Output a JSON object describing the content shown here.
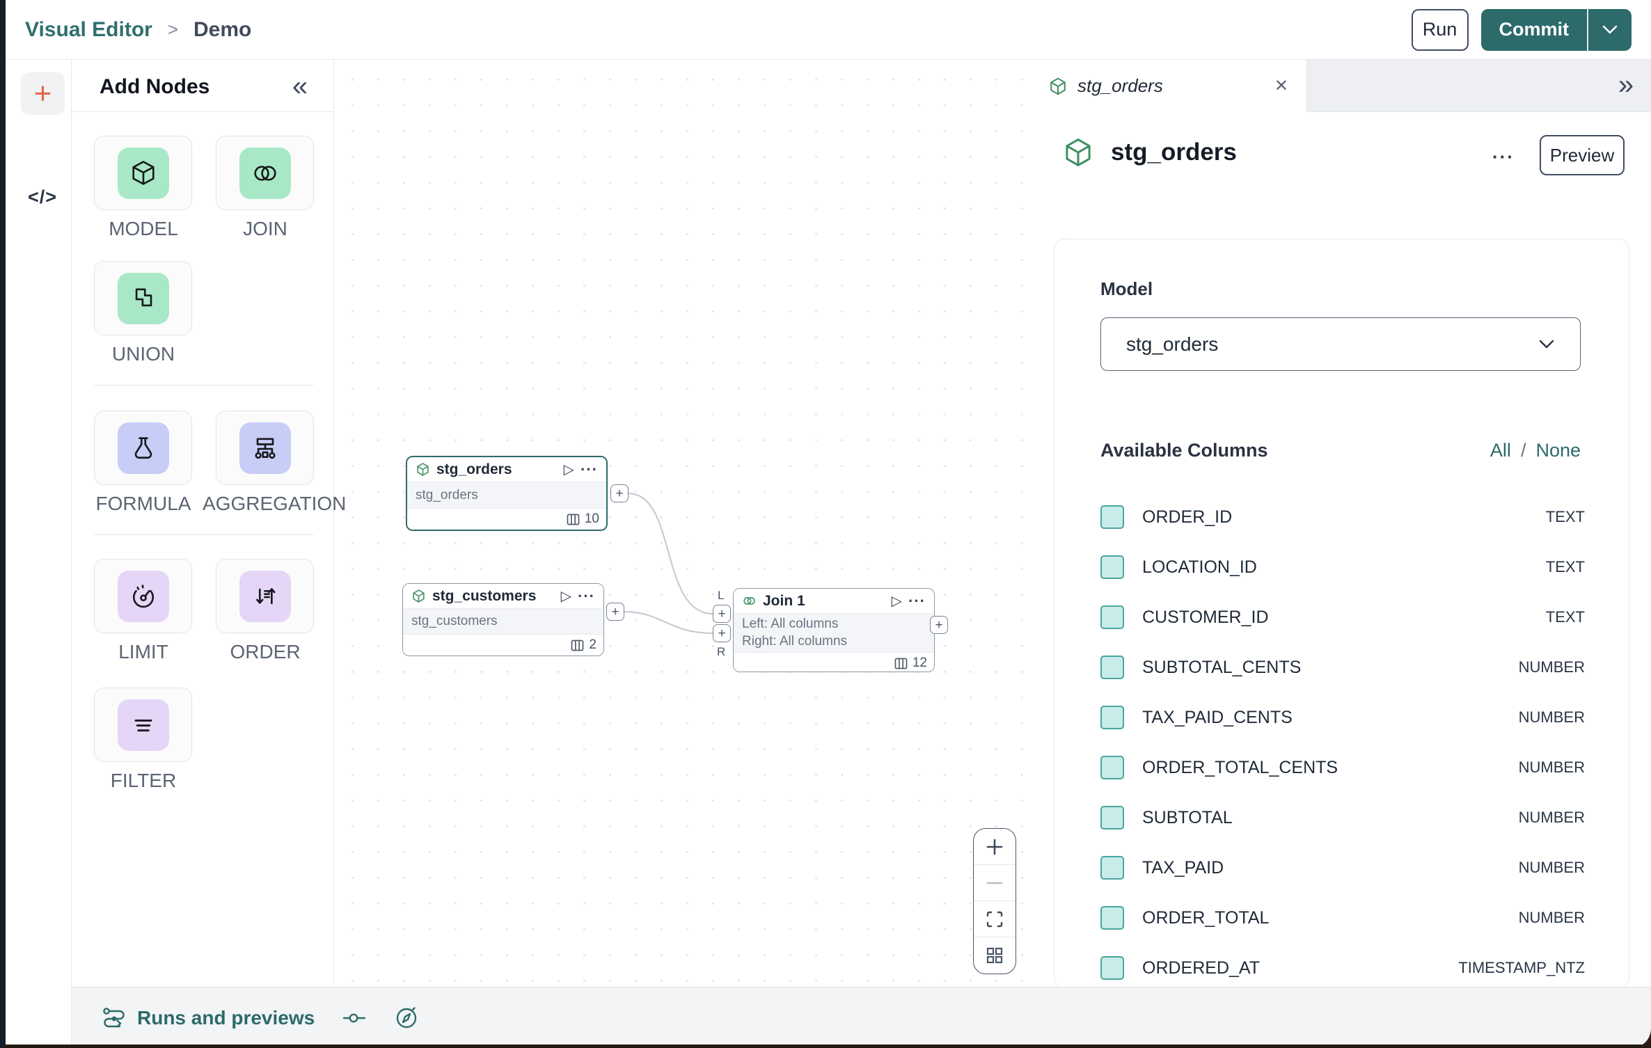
{
  "colors": {
    "accent_teal": "#2d6a6a",
    "breadcrumb_teal": "#2f6e6e",
    "dark_text": "#1f2937",
    "muted_text": "#6b7280",
    "node_tile_green": "#a9e8c6",
    "node_tile_indigo": "#c8cdf7",
    "node_tile_purple": "#e5d5f6",
    "checkbox_fill": "#c8ece9",
    "checkbox_border": "#49a59f",
    "selected_node_border": "#2d6a6a",
    "add_plus_orange": "#e4674b"
  },
  "icons": {
    "plus": "+",
    "code": "</>",
    "collapse": "«",
    "expand": "»",
    "close": "✕",
    "play": "▷",
    "more": "···",
    "breadcrumb_separator": ">"
  },
  "header": {
    "breadcrumb": [
      {
        "label": "Visual Editor"
      },
      {
        "label": "Demo"
      }
    ],
    "run_button": "Run",
    "commit_button": "Commit"
  },
  "add_nodes_panel": {
    "title": "Add Nodes",
    "groups": [
      {
        "items": [
          {
            "label": "MODEL"
          },
          {
            "label": "JOIN"
          },
          {
            "label": "UNION"
          }
        ]
      },
      {
        "items": [
          {
            "label": "FORMULA"
          },
          {
            "label": "AGGREGATION"
          }
        ]
      },
      {
        "items": [
          {
            "label": "LIMIT"
          },
          {
            "label": "ORDER"
          },
          {
            "label": "FILTER"
          }
        ]
      }
    ]
  },
  "canvas": {
    "nodes": [
      {
        "title": "stg_orders",
        "subtitle": "stg_orders",
        "column_count": "10"
      },
      {
        "title": "stg_customers",
        "subtitle": "stg_customers",
        "column_count": "2"
      },
      {
        "title": "Join 1",
        "body_line_1": "Left: All columns",
        "body_line_2": "Right: All columns",
        "column_count": "12",
        "left_port_label": "L",
        "right_port_label": "R"
      }
    ]
  },
  "right_panel": {
    "tab_title": "stg_orders",
    "header_title": "stg_orders",
    "preview_button": "Preview",
    "model_label": "Model",
    "model_value": "stg_orders",
    "columns_title": "Available Columns",
    "select_all": "All",
    "select_separator": "/",
    "select_none": "None",
    "columns": [
      {
        "name": "ORDER_ID",
        "type": "TEXT"
      },
      {
        "name": "LOCATION_ID",
        "type": "TEXT"
      },
      {
        "name": "CUSTOMER_ID",
        "type": "TEXT"
      },
      {
        "name": "SUBTOTAL_CENTS",
        "type": "NUMBER"
      },
      {
        "name": "TAX_PAID_CENTS",
        "type": "NUMBER"
      },
      {
        "name": "ORDER_TOTAL_CENTS",
        "type": "NUMBER"
      },
      {
        "name": "SUBTOTAL",
        "type": "NUMBER"
      },
      {
        "name": "TAX_PAID",
        "type": "NUMBER"
      },
      {
        "name": "ORDER_TOTAL",
        "type": "NUMBER"
      },
      {
        "name": "ORDERED_AT",
        "type": "TIMESTAMP_NTZ"
      }
    ]
  },
  "bottom_bar": {
    "runs_label": "Runs and previews"
  }
}
